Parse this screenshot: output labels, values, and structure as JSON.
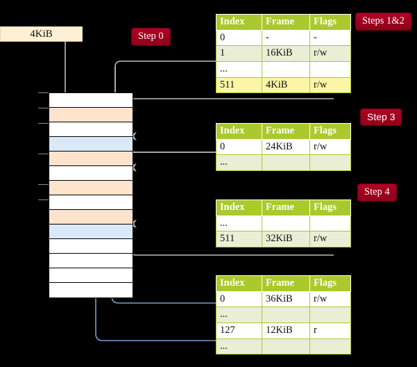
{
  "diagram": {
    "title_absent": true,
    "source_box": {
      "label": "4KiB"
    },
    "badges": [
      {
        "name": "step-0",
        "label": "Step 0"
      },
      {
        "name": "steps-1-2",
        "label": "Steps 1&2"
      },
      {
        "name": "step-3",
        "label": "Step 3"
      },
      {
        "name": "step-4",
        "label": "Step 4"
      }
    ],
    "colors": {
      "background": "#000000",
      "badge": "#a00020",
      "table_header": "#aac92c",
      "table_alt_row": "#e9eed5",
      "highlight_row": "#fbf6a6",
      "frame_orange": "#fde2cc",
      "frame_blue": "#dbe8f7",
      "source_box": "#fdf0d5",
      "gray_arrow": "#b9b9b9",
      "blue_arrow": "#7b9cc8"
    },
    "memory_frames": [
      {
        "index": 0,
        "fill": "white"
      },
      {
        "index": 1,
        "fill": "orange"
      },
      {
        "index": 2,
        "fill": "white"
      },
      {
        "index": 3,
        "fill": "blue"
      },
      {
        "index": 4,
        "fill": "orange"
      },
      {
        "index": 5,
        "fill": "white"
      },
      {
        "index": 6,
        "fill": "orange"
      },
      {
        "index": 7,
        "fill": "white"
      },
      {
        "index": 8,
        "fill": "orange"
      },
      {
        "index": 9,
        "fill": "blue"
      },
      {
        "index": 10,
        "fill": "white"
      },
      {
        "index": 11,
        "fill": "white"
      },
      {
        "index": 12,
        "fill": "white"
      },
      {
        "index": 13,
        "fill": "white"
      }
    ],
    "tables": [
      {
        "name": "page-table-level-1",
        "columns": [
          "Index",
          "Frame",
          "Flags"
        ],
        "rows": [
          {
            "cells": [
              "0",
              "-",
              "-"
            ],
            "style": "plain"
          },
          {
            "cells": [
              "1",
              "16KiB",
              "r/w"
            ],
            "style": "alt"
          },
          {
            "cells": [
              "...",
              "",
              ""
            ],
            "style": "plain"
          },
          {
            "cells": [
              "511",
              "4KiB",
              "r/w"
            ],
            "style": "highlight"
          }
        ]
      },
      {
        "name": "page-table-level-2",
        "columns": [
          "Index",
          "Frame",
          "Flags"
        ],
        "rows": [
          {
            "cells": [
              "0",
              "24KiB",
              "r/w"
            ],
            "style": "plain"
          },
          {
            "cells": [
              "...",
              "",
              ""
            ],
            "style": "alt"
          }
        ]
      },
      {
        "name": "page-table-level-3",
        "columns": [
          "Index",
          "Frame",
          "Flags"
        ],
        "rows": [
          {
            "cells": [
              "...",
              "",
              ""
            ],
            "style": "plain"
          },
          {
            "cells": [
              "511",
              "32KiB",
              "r/w"
            ],
            "style": "alt"
          }
        ]
      },
      {
        "name": "page-table-level-4",
        "columns": [
          "Index",
          "Frame",
          "Flags"
        ],
        "rows": [
          {
            "cells": [
              "0",
              "36KiB",
              "r/w"
            ],
            "style": "plain"
          },
          {
            "cells": [
              "...",
              "",
              ""
            ],
            "style": "alt"
          },
          {
            "cells": [
              "127",
              "12KiB",
              "r"
            ],
            "style": "plain"
          },
          {
            "cells": [
              "...",
              "",
              ""
            ],
            "style": "alt"
          }
        ]
      }
    ]
  }
}
